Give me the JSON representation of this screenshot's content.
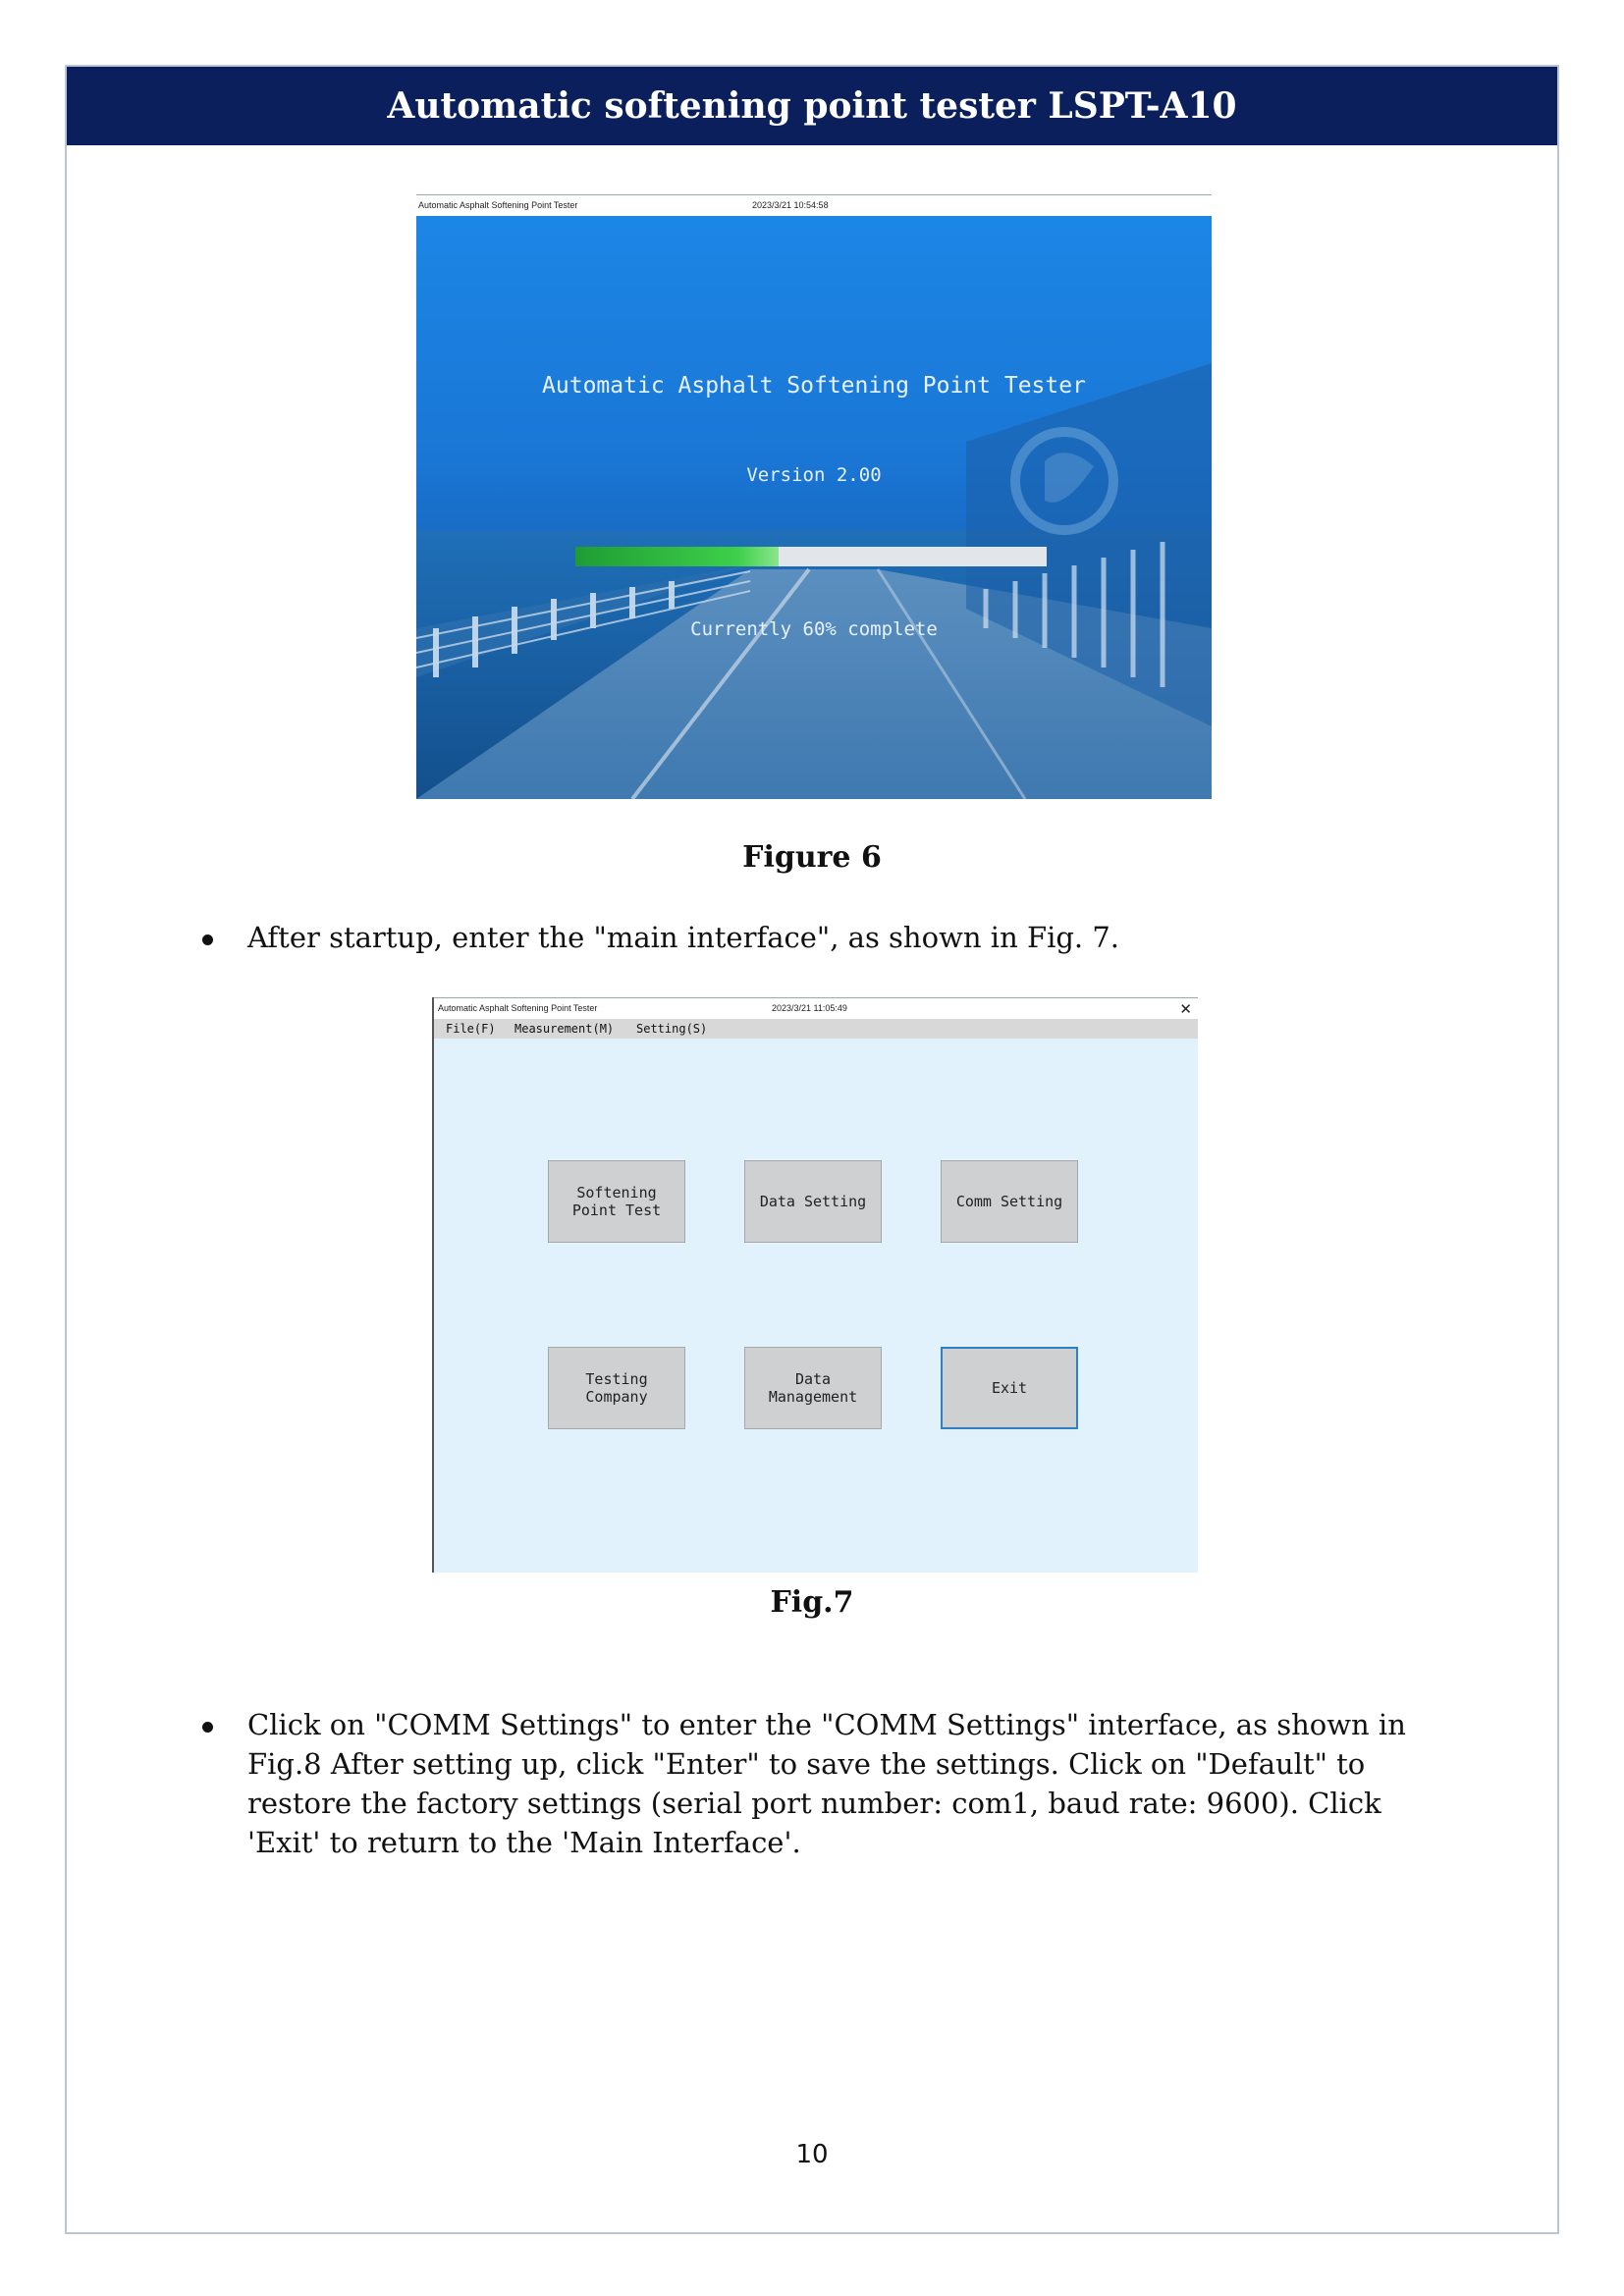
{
  "header": {
    "title": "Automatic softening point tester LSPT-A10"
  },
  "figure6": {
    "window_title": "Automatic Asphalt Softening Point Tester",
    "datetime": "2023/3/21 10:54:58",
    "splash_title": "Automatic Asphalt Softening Point Tester",
    "version": "Version 2.00",
    "progress": 60,
    "progress_text": "Currently 60% complete",
    "caption": "Figure 6"
  },
  "para1": "After startup, enter the \"main interface\", as shown in Fig. 7.",
  "figure7": {
    "window_title": "Automatic Asphalt Softening Point Tester",
    "datetime": "2023/3/21 11:05:49",
    "close": "✕",
    "menu": [
      "File(F)",
      "Measurement(M)",
      "Setting(S)"
    ],
    "buttons": [
      "Softening\nPoint Test",
      "Data Setting",
      "Comm Setting",
      "Testing\nCompany",
      "Data\nManagement",
      "Exit"
    ],
    "caption": "Fig.7"
  },
  "para2": "Click on \"COMM Settings\" to enter the \"COMM Settings\" interface, as shown in Fig.8 After setting up, click \"Enter\" to save the settings. Click on \"Default\" to restore the factory settings (serial port number: com1, baud rate: 9600). Click 'Exit' to return to the 'Main Interface'.",
  "page_number": "10"
}
